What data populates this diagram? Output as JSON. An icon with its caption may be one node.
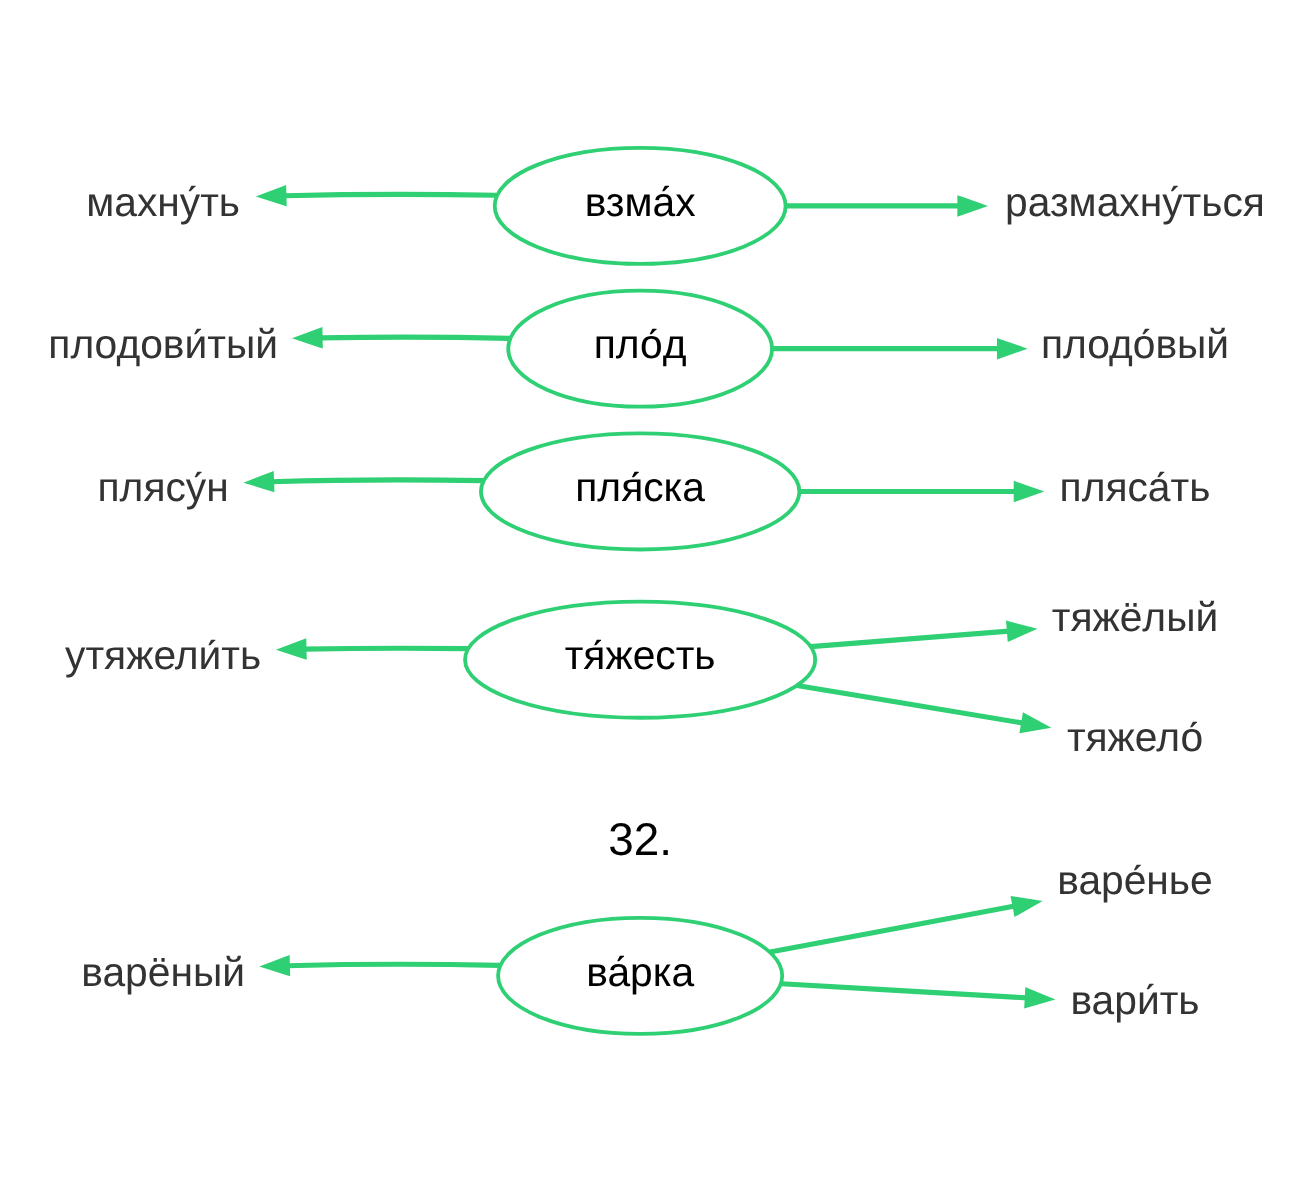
{
  "diagram": {
    "nodes": [
      {
        "text": [
          "варёный"
        ]
      },
      {
        "text": [
          "ва́рка"
        ]
      },
      {
        "text": [
          "варе́нье"
        ]
      },
      {
        "text": [
          "вари́ть"
        ]
      },
      {
        "text": [
          "утяжели́ть"
        ]
      },
      {
        "text": [
          "тя́жесть"
        ]
      },
      {
        "text": [
          "тяжёлый"
        ]
      },
      {
        "text": [
          "тяжело́"
        ]
      },
      {
        "text": [
          "плясу́н"
        ]
      },
      {
        "text": [
          "пля́ска"
        ]
      },
      {
        "text": [
          "пляса́ть"
        ]
      },
      {
        "text": [
          "плодови́тый"
        ]
      },
      {
        "text": [
          "пло́д"
        ]
      },
      {
        "text": [
          "плодо́вый"
        ]
      },
      {
        "text": [
          "махну́ть"
        ]
      },
      {
        "text": [
          "взма́х"
        ]
      },
      {
        "text": [
          "размахну́ться"
        ]
      }
    ],
    "edges": [
      {
        "from": 1,
        "to": 0,
        "arrow": "to"
      },
      {
        "from": 1,
        "to": 2,
        "arrow": "to"
      },
      {
        "from": 1,
        "to": 3,
        "arrow": "to"
      },
      {
        "from": 5,
        "to": 4,
        "arrow": "to"
      },
      {
        "from": 5,
        "to": 6,
        "arrow": "to"
      },
      {
        "from": 5,
        "to": 7,
        "arrow": "to"
      },
      {
        "from": 9,
        "to": 8,
        "arrow": "to"
      },
      {
        "from": 9,
        "to": 10,
        "arrow": "to"
      },
      {
        "from": 12,
        "to": 11,
        "arrow": "to"
      },
      {
        "from": 12,
        "to": 13,
        "arrow": "to"
      },
      {
        "from": 15,
        "to": 14,
        "arrow": "to"
      },
      {
        "from": 15,
        "to": 16,
        "arrow": "to"
      }
    ],
    "labels": [
      "32."
    ]
  }
}
